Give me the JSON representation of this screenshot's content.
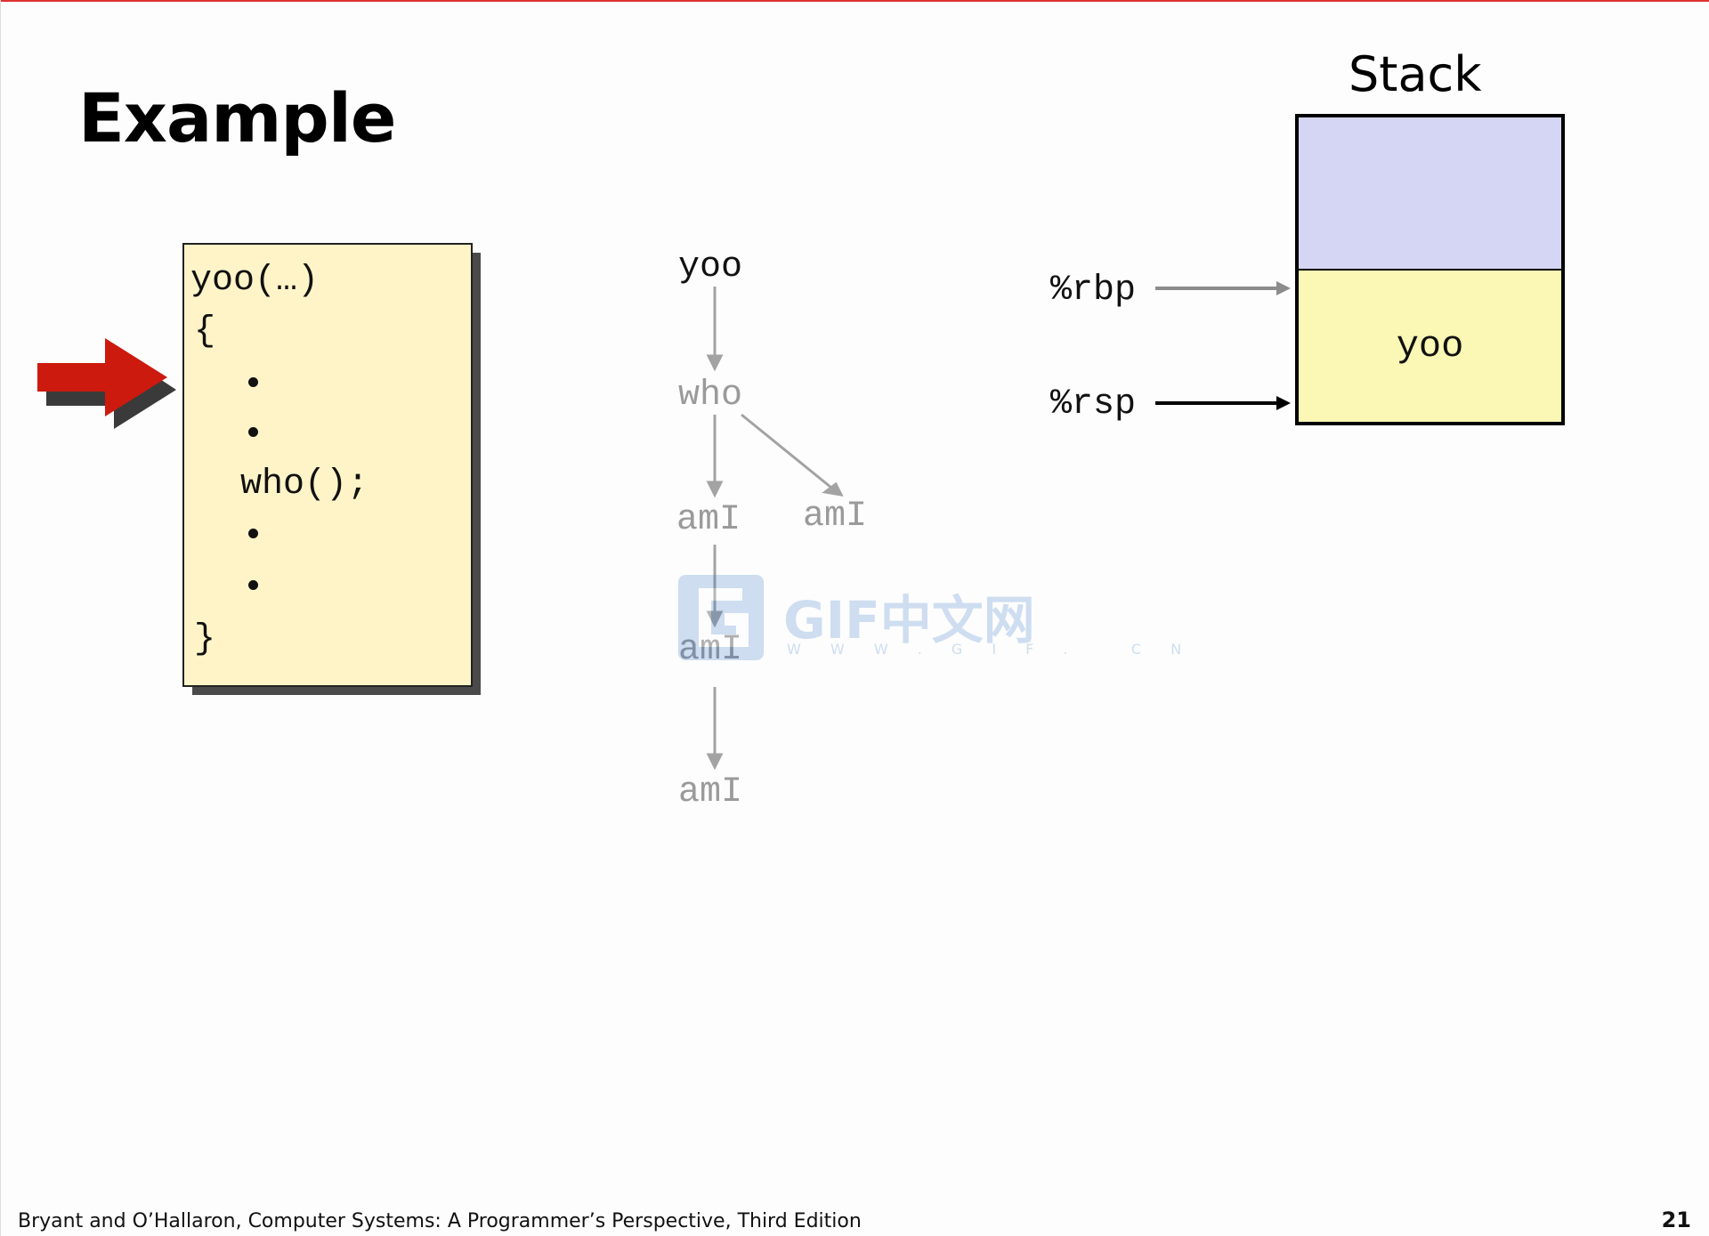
{
  "slide": {
    "title": "Example",
    "footer": "Bryant and O’Hallaron, Computer Systems: A Programmer’s Perspective, Third Edition",
    "page_number": "21"
  },
  "code": {
    "lines": [
      "yoo(…)",
      "{",
      "who();",
      "}"
    ]
  },
  "call_tree": {
    "nodes": [
      {
        "label": "yoo",
        "state": "active"
      },
      {
        "label": "who",
        "state": "faded"
      },
      {
        "label": "amI",
        "state": "faded"
      },
      {
        "label": "amI",
        "state": "faded"
      },
      {
        "label": "amI",
        "state": "faded"
      },
      {
        "label": "amI",
        "state": "faded"
      }
    ]
  },
  "stack": {
    "title": "Stack",
    "frame_label": "yoo",
    "registers": {
      "rbp": "%rbp",
      "rsp": "%rsp"
    },
    "colors": {
      "upper_frame": "#d5d6f3",
      "current_frame": "#fbf8b6"
    }
  },
  "colors": {
    "pointer_arrow": "#cc1a0f",
    "code_box": "#fff4c8",
    "faded_text": "#9a9a9a"
  },
  "watermark": {
    "text": "GIF中文网",
    "url": "W W W . G I F .   C N"
  }
}
